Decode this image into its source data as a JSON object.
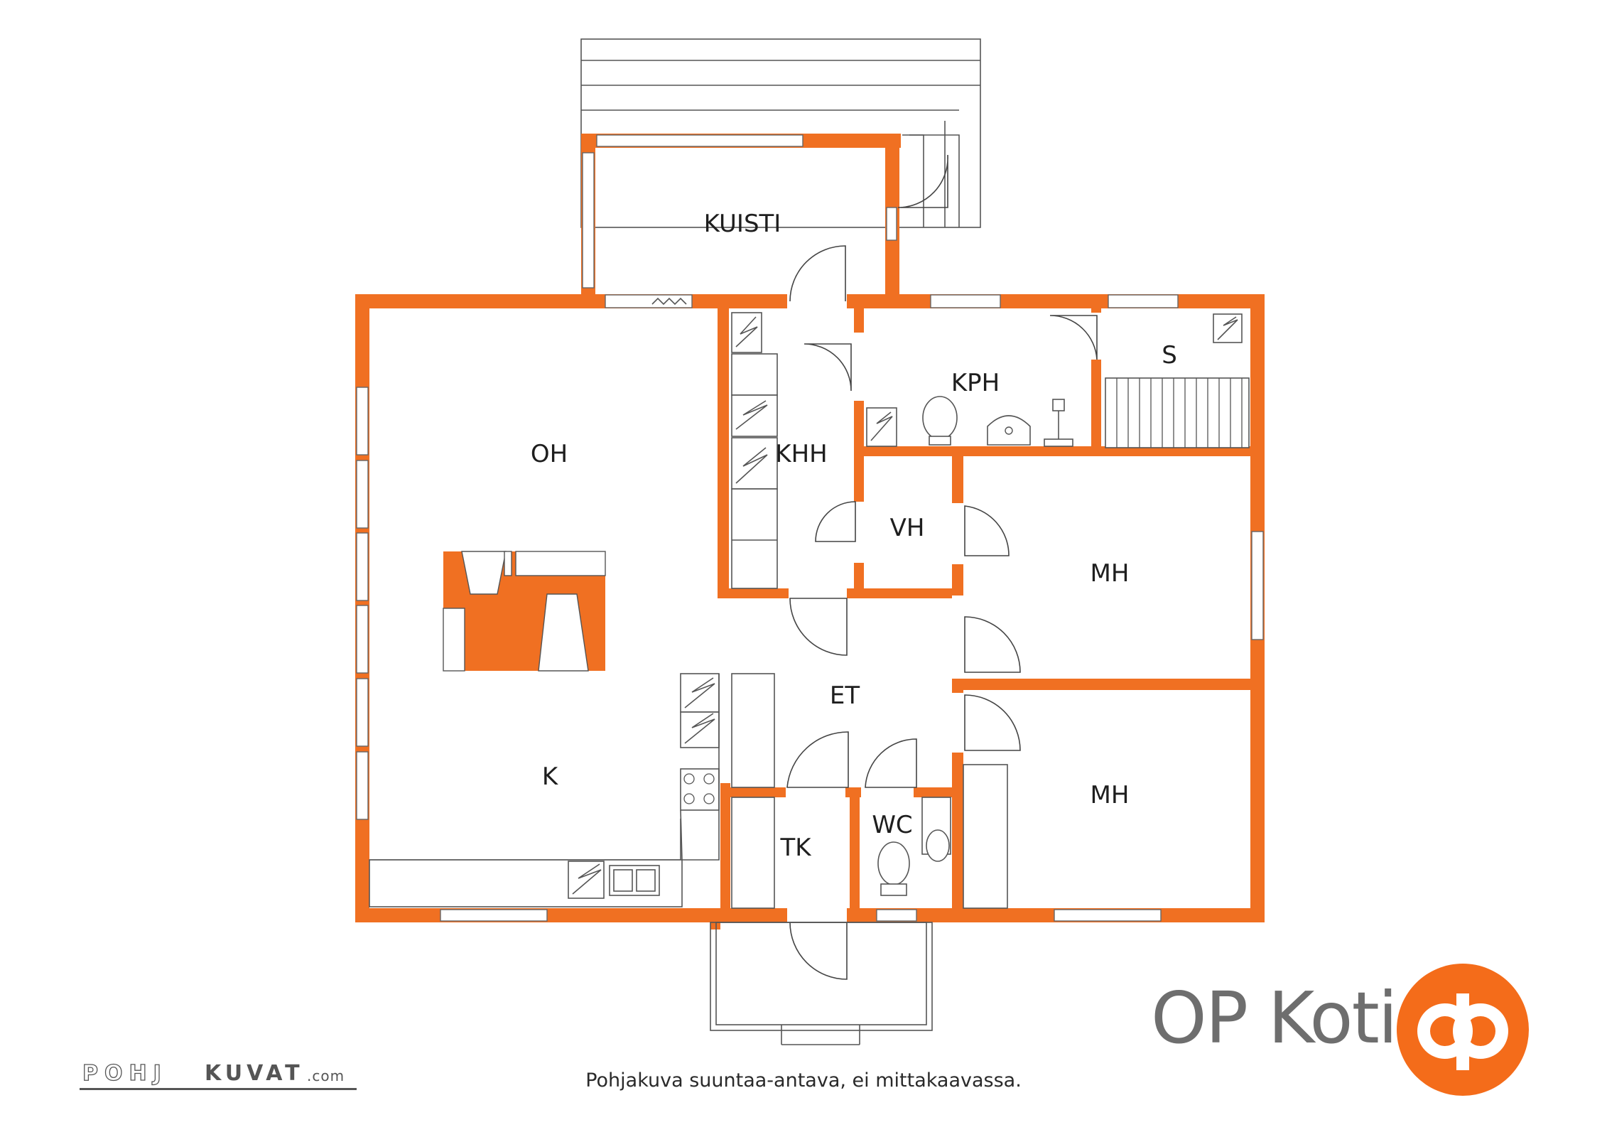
{
  "colors": {
    "wall": "#f07022",
    "logo": "#f46c1a",
    "text": "#1e1e1e",
    "brand_text": "#6e6e6e"
  },
  "rooms": {
    "kuisti": "KUISTI",
    "oh": "OH",
    "khh": "KHH",
    "kph": "KPH",
    "s": "S",
    "vh": "VH",
    "mh_upper": "MH",
    "mh_lower": "MH",
    "et": "ET",
    "k": "K",
    "tk": "TK",
    "wc": "WC"
  },
  "brand": {
    "name": "OP Koti",
    "logo_icon": "op-logo-icon"
  },
  "credit": {
    "part1": "POHJ",
    "part2": "KUVAT",
    "part3": ".com"
  },
  "caption": "Pohjakuva suuntaa-antava, ei mittakaavassa."
}
